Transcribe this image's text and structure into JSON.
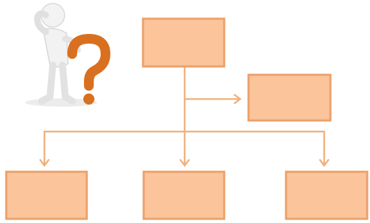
{
  "colors": {
    "box_fill": "#fbc49a",
    "box_stroke": "#eba06a",
    "connector": "#f0b17e",
    "question_mark": "#d9701f",
    "figure": "#f2f2f2",
    "figure_shadow": "#d4d4d4"
  },
  "icons": {
    "figure": "thinking-person-icon",
    "question": "question-mark-icon"
  },
  "diagram": {
    "type": "hierarchy",
    "nodes": [
      {
        "id": "top",
        "label": ""
      },
      {
        "id": "side",
        "label": ""
      },
      {
        "id": "child-left",
        "label": ""
      },
      {
        "id": "child-middle",
        "label": ""
      },
      {
        "id": "child-right",
        "label": ""
      }
    ],
    "edges": [
      {
        "from": "top",
        "to": "side"
      },
      {
        "from": "top",
        "to": "child-left"
      },
      {
        "from": "top",
        "to": "child-middle"
      },
      {
        "from": "top",
        "to": "child-right"
      }
    ]
  }
}
